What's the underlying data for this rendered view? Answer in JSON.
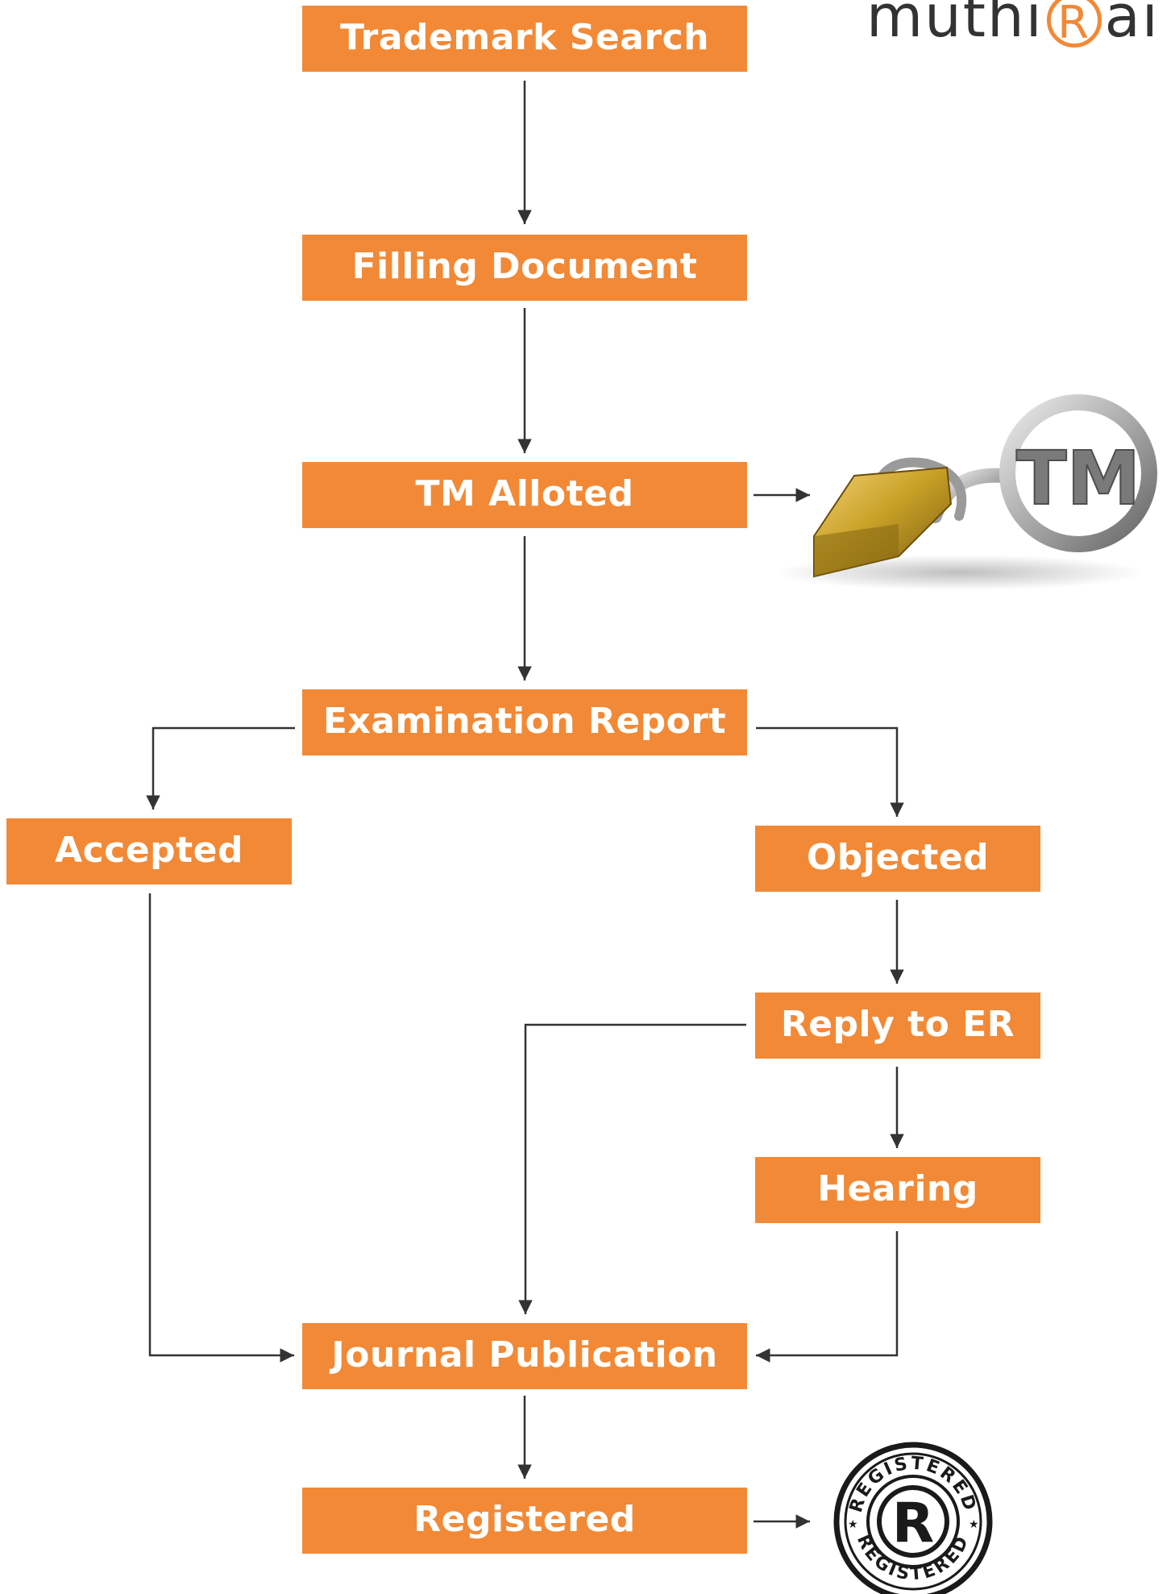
{
  "brand": {
    "logo_prefix": "muthi",
    "logo_mark": "R",
    "logo_suffix": "ai"
  },
  "steps": {
    "trademark_search": "Trademark Search",
    "filling_document": "Filling Document",
    "tm_alloted": "TM Alloted",
    "examination_report": "Examination Report",
    "accepted": "Accepted",
    "objected": "Objected",
    "reply_to_er": "Reply to ER",
    "hearing": "Hearing",
    "journal_publication": "Journal Publication",
    "registered": "Registered"
  },
  "images": {
    "tm_lock": {
      "icon": "tm-padlock-icon",
      "text": "TM"
    },
    "registered_seal": {
      "icon": "registered-seal-icon",
      "ring_text": "REGISTERED",
      "mark": "R"
    }
  },
  "colors": {
    "box": "#F28936",
    "box_text": "#FFFFFF",
    "arrow": "#333333",
    "gold": "#C9A227",
    "silver": "#B8B8B8"
  }
}
